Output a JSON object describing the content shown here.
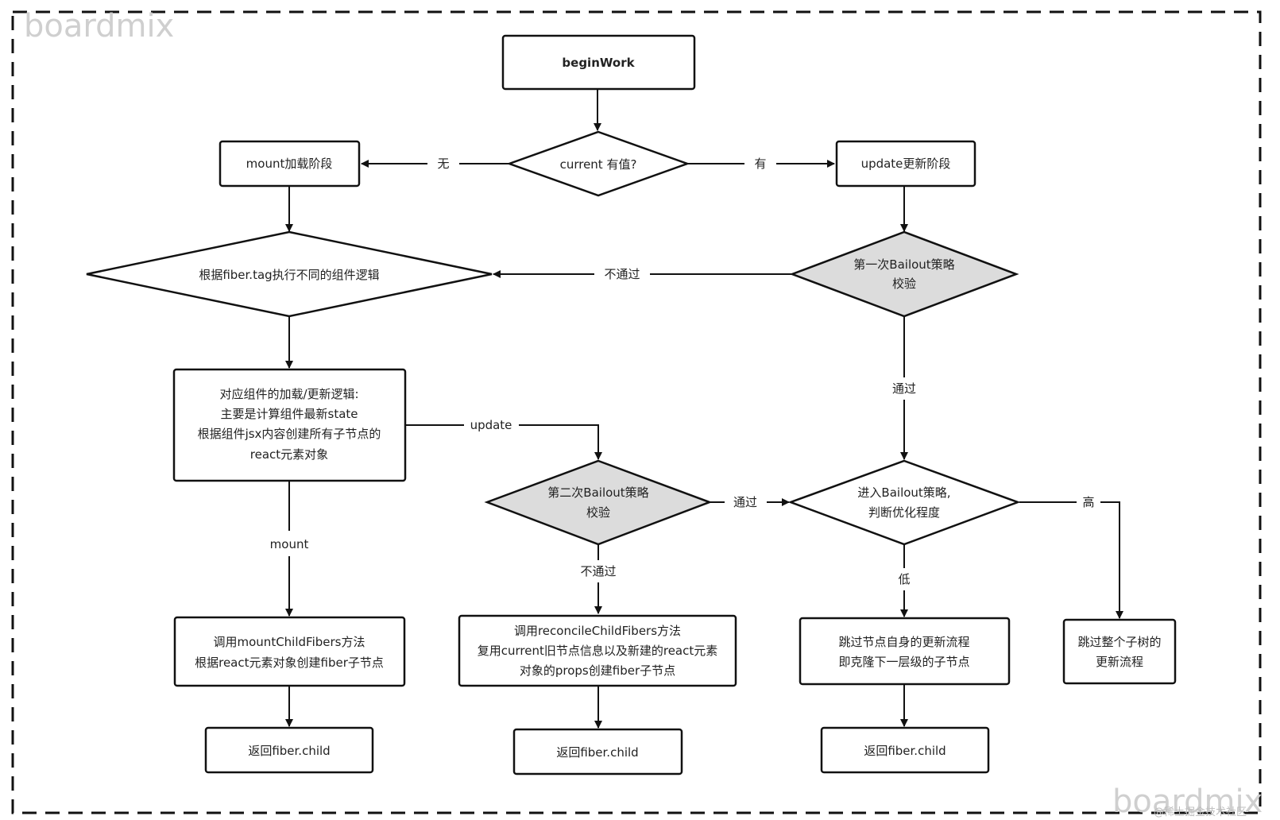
{
  "watermark": {
    "top_left": "boardmix",
    "bottom_right": "boardmix",
    "source": "@稀土掘金技术社区"
  },
  "nodes": {
    "begin_work": {
      "lines": [
        "beginWork"
      ]
    },
    "current_check": {
      "lines": [
        "current 有值?"
      ]
    },
    "mount_phase": {
      "lines": [
        "mount加载阶段"
      ]
    },
    "update_phase": {
      "lines": [
        "update更新阶段"
      ]
    },
    "fiber_tag_logic": {
      "lines": [
        "根据fiber.tag执行不同的组件逻辑"
      ]
    },
    "first_bailout": {
      "lines": [
        "第一次Bailout策略",
        "校验"
      ]
    },
    "component_logic": {
      "lines": [
        "对应组件的加载/更新逻辑:",
        "主要是计算组件最新state",
        "根据组件jsx内容创建所有子节点的",
        "react元素对象"
      ]
    },
    "second_bailout": {
      "lines": [
        "第二次Bailout策略",
        "校验"
      ]
    },
    "enter_bailout": {
      "lines": [
        "进入Bailout策略,",
        "判断优化程度"
      ]
    },
    "mount_child_fibers": {
      "lines": [
        "调用mountChildFibers方法",
        "根据react元素对象创建fiber子节点"
      ]
    },
    "reconcile_child_fibers": {
      "lines": [
        "调用reconcileChildFibers方法",
        "复用current旧节点信息以及新建的react元素",
        "对象的props创建fiber子节点"
      ]
    },
    "skip_node_update": {
      "lines": [
        "跳过节点自身的更新流程",
        "即克隆下一层级的子节点"
      ]
    },
    "skip_subtree_update": {
      "lines": [
        "跳过整个子树的",
        "更新流程"
      ]
    },
    "return_child_1": {
      "lines": [
        "返回fiber.child"
      ]
    },
    "return_child_2": {
      "lines": [
        "返回fiber.child"
      ]
    },
    "return_child_3": {
      "lines": [
        "返回fiber.child"
      ]
    }
  },
  "edges": {
    "current_no": "无",
    "current_yes": "有",
    "first_bailout_fail": "不通过",
    "first_bailout_pass": "通过",
    "to_second_bailout": "update",
    "to_mount_child_fibers": "mount",
    "second_bailout_pass": "通过",
    "second_bailout_fail": "不通过",
    "optimization_high": "高",
    "optimization_low": "低"
  }
}
